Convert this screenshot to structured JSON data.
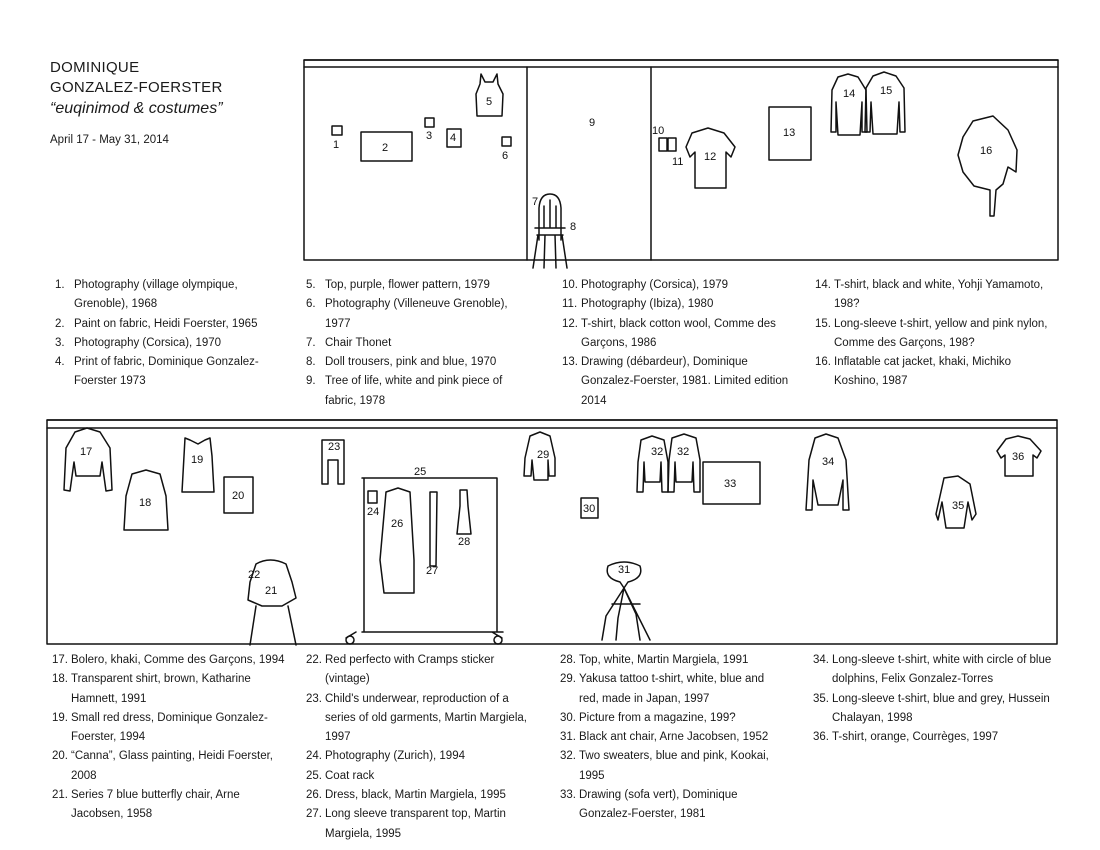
{
  "header": {
    "line1": "DOMINIQUE",
    "line2": "GONZALEZ-FOERSTER",
    "subtitle": "“euqinimod & costumes”",
    "dates": "April 17 - May 31, 2014"
  },
  "top_captions": [
    [
      {
        "n": "1.",
        "t": "Photography (village olympique, Grenoble), 1968"
      },
      {
        "n": "2.",
        "t": "Paint on fabric, Heidi Foerster, 1965"
      },
      {
        "n": "3.",
        "t": "Photography (Corsica), 1970"
      },
      {
        "n": "4.",
        "t": "Print of fabric, Dominique Gonzalez-Foerster 1973"
      }
    ],
    [
      {
        "n": "5.",
        "t": "Top, purple, flower pattern, 1979"
      },
      {
        "n": "6.",
        "t": "Photography (Villeneuve Grenoble), 1977"
      },
      {
        "n": "7.",
        "t": "Chair Thonet"
      },
      {
        "n": "8.",
        "t": "Doll trousers, pink and blue, 1970"
      },
      {
        "n": "9.",
        "t": "Tree of life, white and pink piece of fabric, 1978"
      }
    ],
    [
      {
        "n": "10.",
        "t": "Photography (Corsica), 1979"
      },
      {
        "n": "11.",
        "t": "Photography (Ibiza), 1980"
      },
      {
        "n": "12.",
        "t": "T-shirt, black cotton wool, Comme des Garçons, 1986"
      },
      {
        "n": "13.",
        "t": "Drawing (débardeur), Dominique Gonzalez-Foerster, 1981. Limited edition 2014"
      }
    ],
    [
      {
        "n": "14.",
        "t": "T-shirt, black and white, Yohji Yamamoto, 198?"
      },
      {
        "n": "15.",
        "t": "Long-sleeve t-shirt, yellow and pink nylon, Comme des Garçons, 198?"
      },
      {
        "n": "16.",
        "t": "Inflatable cat jacket, khaki, Michiko Koshino, 1987"
      }
    ]
  ],
  "bottom_captions": [
    [
      {
        "n": "17.",
        "t": "Bolero, khaki, Comme des Garçons, 1994"
      },
      {
        "n": "18.",
        "t": "Transparent shirt, brown, Katharine Hamnett, 1991"
      },
      {
        "n": "19.",
        "t": "Small red dress, Dominique Gonzalez-Foerster, 1994"
      },
      {
        "n": "20.",
        "t": "“Canna”, Glass painting, Heidi Foerster, 2008"
      },
      {
        "n": "21.",
        "t": "Series 7 blue butterfly chair, Arne Jacobsen, 1958"
      }
    ],
    [
      {
        "n": "22.",
        "t": "Red perfecto with Cramps sticker (vintage)"
      },
      {
        "n": "23.",
        "t": "Child's underwear, reproduction of a series of old garments, Martin Margiela, 1997"
      },
      {
        "n": "24.",
        "t": "Photography (Zurich), 1994"
      },
      {
        "n": "25.",
        "t": "Coat rack"
      },
      {
        "n": "26.",
        "t": "Dress, black, Martin Margiela, 1995"
      },
      {
        "n": "27.",
        "t": "Long sleeve transparent top, Martin Margiela, 1995"
      }
    ],
    [
      {
        "n": "28.",
        "t": "Top, white, Martin Margiela, 1991"
      },
      {
        "n": "29.",
        "t": "Yakusa tattoo t-shirt, white, blue and red, made in Japan, 1997"
      },
      {
        "n": "30.",
        "t": "Picture from a magazine, 199?"
      },
      {
        "n": "31.",
        "t": "Black ant chair, Arne Jacobsen, 1952"
      },
      {
        "n": "32.",
        "t": "Two sweaters, blue and pink, Kookai, 1995"
      },
      {
        "n": "33.",
        "t": "Drawing (sofa vert), Dominique Gonzalez-Foerster, 1981"
      }
    ],
    [
      {
        "n": "34.",
        "t": "Long-sleeve t-shirt, white with circle of blue dolphins, Felix Gonzalez-Torres"
      },
      {
        "n": "35.",
        "t": "Long-sleeve t-shirt, blue and grey, Hussein Chalayan, 1998"
      },
      {
        "n": "36.",
        "t": "T-shirt, orange, Courrèges, 1997"
      }
    ]
  ],
  "plan_labels": {
    "top": [
      "1",
      "2",
      "3",
      "4",
      "5",
      "6",
      "7",
      "8",
      "9",
      "10",
      "11",
      "12",
      "13",
      "14",
      "15",
      "16"
    ],
    "bottom": [
      "17",
      "18",
      "19",
      "20",
      "21",
      "22",
      "23",
      "24",
      "25",
      "26",
      "27",
      "28",
      "29",
      "30",
      "31",
      "32",
      "32",
      "33",
      "34",
      "35",
      "36"
    ]
  }
}
